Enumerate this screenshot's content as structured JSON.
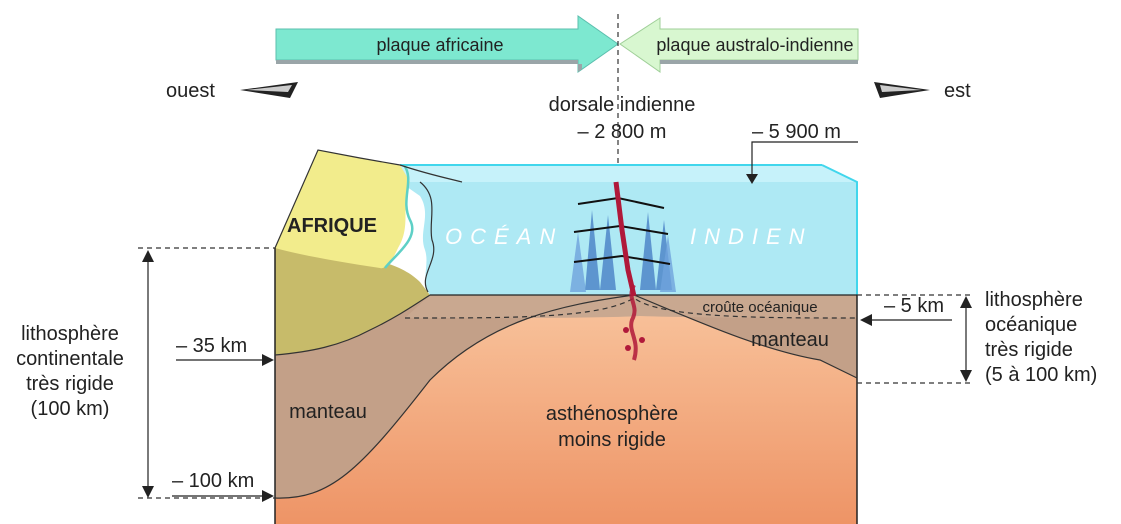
{
  "plates": {
    "left": "plaque africaine",
    "right": "plaque australo-indienne",
    "left_color": "#7de8d0",
    "right_color": "#d8f7d0"
  },
  "directions": {
    "west": "ouest",
    "east": "est"
  },
  "ridge": {
    "name": "dorsale indienne",
    "depth": "– 2 800 m"
  },
  "ocean_depth": "– 5 900 m",
  "continent": "AFRIQUE",
  "ocean": {
    "word1": "OCÉAN",
    "word2": "INDIEN"
  },
  "layers": {
    "oceanic_crust": "croûte océanique",
    "mantle_left": "manteau",
    "mantle_right": "manteau",
    "asthenosphere_line1": "asthénosphère",
    "asthenosphere_line2": "moins rigide"
  },
  "left_lithosphere": {
    "line1": "lithosphère",
    "line2": "continentale",
    "line3": "très rigide",
    "line4": "(100 km)",
    "depth_35": "– 35 km",
    "depth_100": "– 100 km"
  },
  "right_lithosphere": {
    "line1": "lithosphère",
    "line2": "océanique",
    "line3": "très rigide",
    "line4": "(5 à 100 km)",
    "depth_5": "– 5 km"
  },
  "colors": {
    "water": "#aee9f4",
    "continent": "#f2ec8c",
    "continental_crust": "#c7bb6a",
    "mantle": "#c3a088",
    "asthenosphere": "#f2a57a",
    "magma": "#b0193a",
    "ridge_spikes": "#4f86c8"
  }
}
